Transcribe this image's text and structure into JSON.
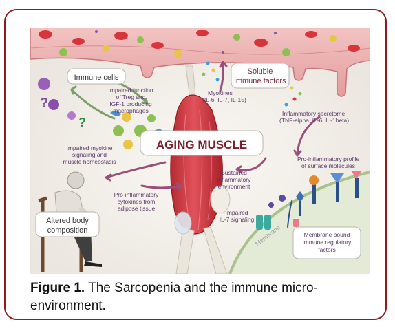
{
  "figure": {
    "title": "AGING MUSCLE",
    "labels": {
      "immune_cells": "Immune cells",
      "soluble_factors_1": "Soluble",
      "soluble_factors_2": "immune factors",
      "impaired_function_1": "Impaired function",
      "impaired_function_2": "of Treg and",
      "impaired_function_3": "IGF-1 producing",
      "impaired_function_4": "macrophages",
      "myokines_1": "Myokines",
      "myokines_2": "(IL-6, IL-7, IL-15)",
      "secretome_1": "Inflammatory secretome",
      "secretome_2": "(TNF-alpha, IL-6, IL-1beta)",
      "impaired_myokine_1": "Impaired myokine",
      "impaired_myokine_2": "signaling and",
      "impaired_myokine_3": "muscle homeostasis",
      "pro_inflam_profile_1": "Pro-inflammatory profile",
      "pro_inflam_profile_2": "of surface molecules",
      "sustained_1": "Sustained",
      "sustained_2": "inflammatory",
      "sustained_3": "environment",
      "adipose_1": "Pro-inflammatory",
      "adipose_2": "cytokines from",
      "adipose_3": "adipose tissue",
      "il7_1": "Impaired",
      "il7_2": "IL-7 signaling",
      "altered_1": "Altered body",
      "altered_2": "composition",
      "membrane_bound_1": "Membrane bound",
      "membrane_bound_2": "immune regulatory",
      "membrane_bound_3": "factors",
      "membrane": "Membrane",
      "question_mark": "?"
    }
  },
  "caption": {
    "label": "Figure 1.",
    "text": " The Sarcopenia and the immune micro-environment."
  }
}
